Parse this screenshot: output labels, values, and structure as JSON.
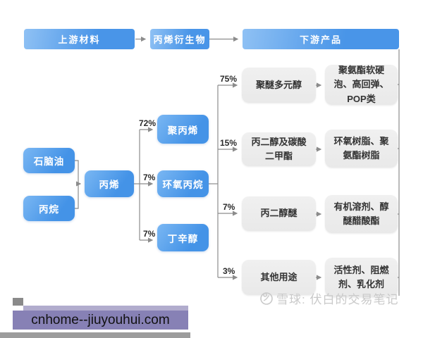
{
  "header": {
    "upstream": "上游材料",
    "derivative": "丙烯衍生物",
    "downstream": "下游产品"
  },
  "upstream_materials": {
    "naphtha": "石脑油",
    "propane": "丙烷"
  },
  "propylene": "丙烯",
  "derivatives": [
    {
      "pct": "72%",
      "label": "聚丙烯"
    },
    {
      "pct": "7%",
      "label": "环氧丙烷"
    },
    {
      "pct": "7%",
      "label": "丁辛醇"
    }
  ],
  "po_branches": [
    {
      "pct": "75%",
      "product": "聚醚多元醇",
      "applications": "聚氨酯软硬泡、高回弹、POP类"
    },
    {
      "pct": "15%",
      "product": "丙二醇及碳酸二甲酯",
      "applications": "环氧树脂、聚氨酯树脂"
    },
    {
      "pct": "7%",
      "product": "丙二醇醚",
      "applications": "有机溶剂、醇醚醋酸酯"
    },
    {
      "pct": "3%",
      "product": "其他用途",
      "applications": "活性剂、阻燃剂、乳化剂"
    }
  ],
  "watermark": "雪球: 伏白的交易笔记",
  "footer": "cnhome--jiuyouhui.com",
  "colors": {
    "node_blue": "#4493e7",
    "node_gray": "#ececec",
    "line_gray": "#8c8c8c",
    "footer_purple": "#8781b5",
    "watermark_gray": "#c9c9c9"
  }
}
